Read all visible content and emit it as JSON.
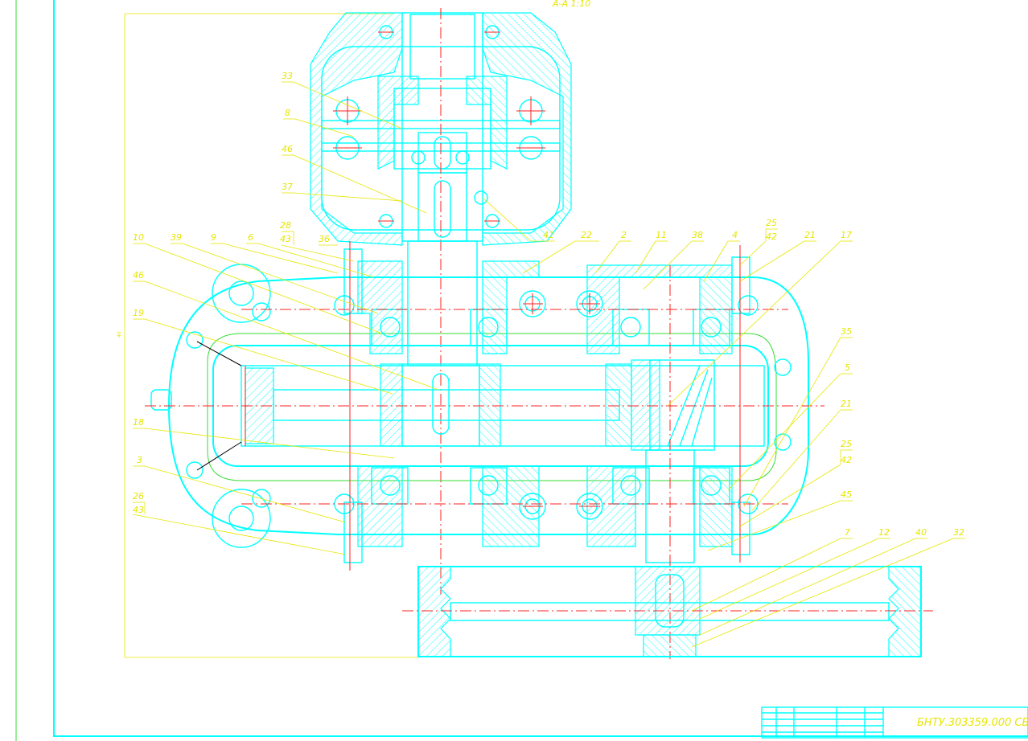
{
  "drawing": {
    "section_title": "А-А 1:10",
    "document_code": "БНТУ.303359.000 СБ",
    "overall_dimension": "40",
    "colors": {
      "outline": "#00ffff",
      "hatch": "#00ffff",
      "leader": "#e6e600",
      "axis": "#ff2020",
      "frame": "#33dd33",
      "background": "#ffffff"
    },
    "callouts": [
      {
        "id": "c33",
        "text": "33"
      },
      {
        "id": "c8",
        "text": "8"
      },
      {
        "id": "c46a",
        "text": "46"
      },
      {
        "id": "c37",
        "text": "37"
      },
      {
        "id": "c28a",
        "text": "28"
      },
      {
        "id": "c43a",
        "text": "43"
      },
      {
        "id": "c36",
        "text": "36"
      },
      {
        "id": "c10",
        "text": "10"
      },
      {
        "id": "c39",
        "text": "39"
      },
      {
        "id": "c9",
        "text": "9"
      },
      {
        "id": "c6",
        "text": "6"
      },
      {
        "id": "c46b",
        "text": "46"
      },
      {
        "id": "c19",
        "text": "19"
      },
      {
        "id": "c18",
        "text": "18"
      },
      {
        "id": "c3",
        "text": "3"
      },
      {
        "id": "c26",
        "text": "26"
      },
      {
        "id": "c43b",
        "text": "43"
      },
      {
        "id": "c41",
        "text": "41"
      },
      {
        "id": "c22",
        "text": "22"
      },
      {
        "id": "c2",
        "text": "2"
      },
      {
        "id": "c11",
        "text": "11"
      },
      {
        "id": "c38",
        "text": "38"
      },
      {
        "id": "c4",
        "text": "4"
      },
      {
        "id": "c25a",
        "text": "25"
      },
      {
        "id": "c42a",
        "text": "42"
      },
      {
        "id": "c21a",
        "text": "21"
      },
      {
        "id": "c17",
        "text": "17"
      },
      {
        "id": "c35",
        "text": "35"
      },
      {
        "id": "c5",
        "text": "5"
      },
      {
        "id": "c21b",
        "text": "21"
      },
      {
        "id": "c25b",
        "text": "25"
      },
      {
        "id": "c42b",
        "text": "42"
      },
      {
        "id": "c45",
        "text": "45"
      },
      {
        "id": "c7",
        "text": "7"
      },
      {
        "id": "c12",
        "text": "12"
      },
      {
        "id": "c40",
        "text": "40"
      },
      {
        "id": "c32",
        "text": "32"
      }
    ]
  }
}
